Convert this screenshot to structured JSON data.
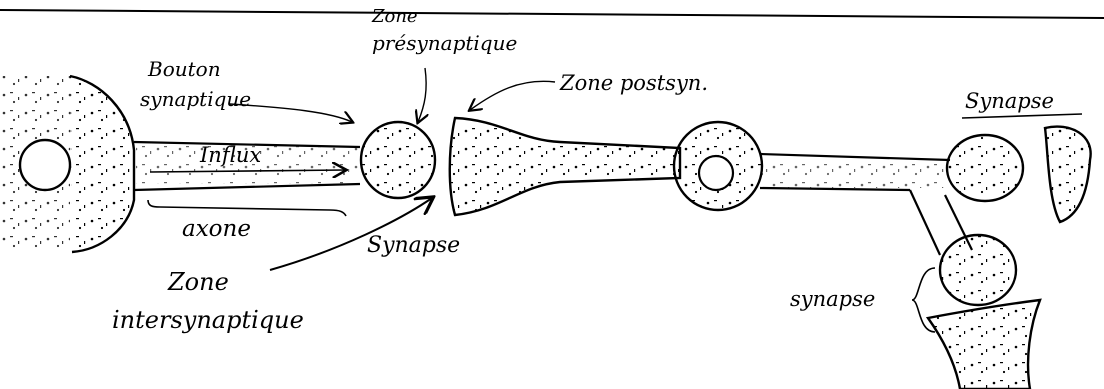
{
  "labels": {
    "bouton_line1": "Bouton",
    "bouton_line2": "synaptique",
    "zone_pre_line1": "Zone",
    "zone_pre_line2": "présynaptique",
    "zone_post": "Zone postsyn.",
    "influx": "Influx",
    "axone": "axone",
    "synapse_center": "Synapse",
    "synapse_top_right": "Synapse",
    "synapse_bottom_right": "synapse",
    "zone_inter_line1": "Zone",
    "zone_inter_line2": "intersynaptique"
  },
  "colors": {
    "ink": "#000000",
    "paper": "#ffffff"
  }
}
